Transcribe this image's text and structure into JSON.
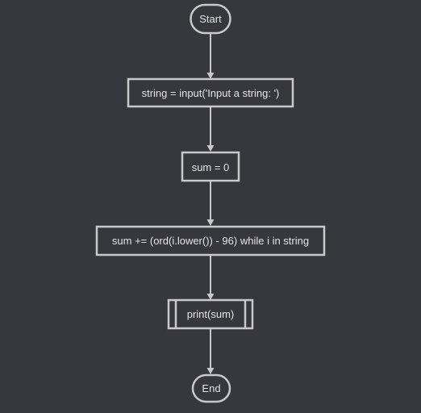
{
  "flowchart": {
    "nodes": [
      {
        "id": "start",
        "shape": "terminal",
        "label": "Start"
      },
      {
        "id": "input",
        "shape": "process",
        "label": "string = input('Input a string: ')"
      },
      {
        "id": "init",
        "shape": "process",
        "label": "sum = 0"
      },
      {
        "id": "loop",
        "shape": "process",
        "label": "sum += (ord(i.lower()) - 96) while i in string"
      },
      {
        "id": "print",
        "shape": "subroutine",
        "label": "print(sum)"
      },
      {
        "id": "end",
        "shape": "terminal",
        "label": "End"
      }
    ],
    "edges": [
      {
        "from": "start",
        "to": "input"
      },
      {
        "from": "input",
        "to": "init"
      },
      {
        "from": "init",
        "to": "loop"
      },
      {
        "from": "loop",
        "to": "print"
      },
      {
        "from": "print",
        "to": "end"
      }
    ]
  },
  "colors": {
    "background": "#36383d",
    "stroke": "#c9c9cc",
    "text": "#e4e4e6"
  }
}
